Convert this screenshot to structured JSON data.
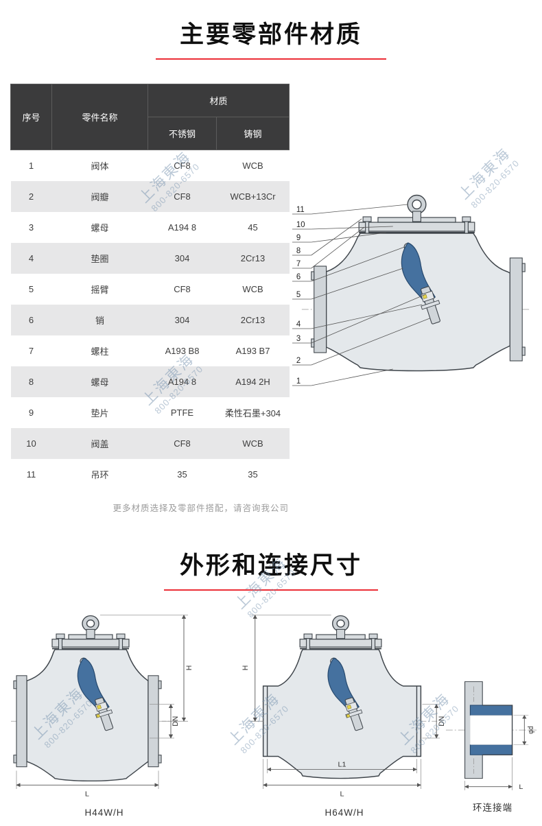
{
  "page": {
    "title1": "主要零部件材质",
    "title2": "外形和连接尺寸",
    "note": "更多材质选择及零部件搭配，请咨询我公司",
    "watermark": {
      "line1": "上海東海",
      "line2": "800-820-6570"
    }
  },
  "colors": {
    "accent_red": "#ec2d36",
    "part_blue": "#45719f",
    "body_gray": "#e4e8eb",
    "header_dark": "#3b3b3c",
    "row_alt_gray": "#e7e7e8",
    "highlight_yellow": "#e5d44e"
  },
  "table": {
    "headers": {
      "no": "序号",
      "part": "零件名称",
      "material": "材质",
      "stainless": "不锈钢",
      "cast": "铸钢"
    },
    "rows": [
      {
        "no": "1",
        "part": "阀体",
        "stainless": "CF8",
        "cast": "WCB"
      },
      {
        "no": "2",
        "part": "阀瓣",
        "stainless": "CF8",
        "cast": "WCB+13Cr"
      },
      {
        "no": "3",
        "part": "螺母",
        "stainless": "A194 8",
        "cast": "45"
      },
      {
        "no": "4",
        "part": "垫圈",
        "stainless": "304",
        "cast": "2Cr13"
      },
      {
        "no": "5",
        "part": "摇臂",
        "stainless": "CF8",
        "cast": "WCB"
      },
      {
        "no": "6",
        "part": "销",
        "stainless": "304",
        "cast": "2Cr13"
      },
      {
        "no": "7",
        "part": "螺柱",
        "stainless": "A193 B8",
        "cast": "A193 B7"
      },
      {
        "no": "8",
        "part": "螺母",
        "stainless": "A194 8",
        "cast": "A194 2H"
      },
      {
        "no": "9",
        "part": "垫片",
        "stainless": "PTFE",
        "cast": "柔性石墨+304"
      },
      {
        "no": "10",
        "part": "阀盖",
        "stainless": "CF8",
        "cast": "WCB"
      },
      {
        "no": "11",
        "part": "吊环",
        "stainless": "35",
        "cast": "35"
      }
    ]
  },
  "diagram": {
    "callouts": [
      "11",
      "10",
      "9",
      "8",
      "7",
      "6",
      "5",
      "4",
      "3",
      "2",
      "1"
    ]
  },
  "drawings": {
    "a_label": "H44W/H",
    "b_label": "H64W/H",
    "c_label": "环连接端",
    "dims": {
      "H": "H",
      "DN": "DN",
      "L": "L",
      "L1": "L1",
      "phid": "φd"
    }
  }
}
